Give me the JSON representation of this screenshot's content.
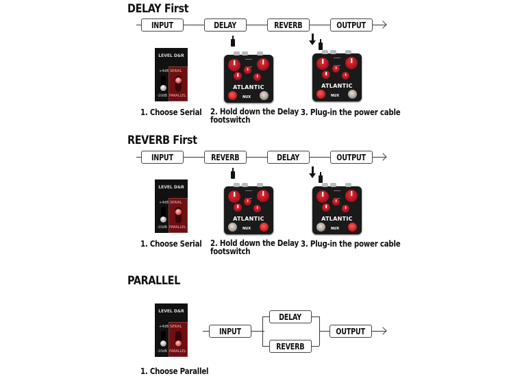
{
  "sections": [
    {
      "title": "DELAY First",
      "chain": [
        "INPUT",
        "DELAY",
        "REVERB",
        "OUTPUT"
      ],
      "steps": [
        {
          "line1": "1. Choose Serial"
        },
        {
          "line1": "2. Hold down the Delay",
          "line2": "footswitch"
        },
        {
          "line1": "3. Plug-in the power cable"
        }
      ],
      "switch_position": "SERIAL",
      "held_footswitch": "left"
    },
    {
      "title": "REVERB First",
      "chain": [
        "INPUT",
        "REVERB",
        "DELAY",
        "OUTPUT"
      ],
      "steps": [
        {
          "line1": "1. Choose Serial"
        },
        {
          "line1": "2. Hold down the Delay",
          "line2": "footswitch"
        },
        {
          "line1": "3. Plug-in the power cable"
        }
      ],
      "switch_position": "SERIAL",
      "held_footswitch": "right"
    },
    {
      "title": "PARALLEL",
      "input": "INPUT",
      "branches": [
        "DELAY",
        "REVERB"
      ],
      "output": "OUTPUT",
      "steps": [
        {
          "line1": "1. Choose Parallel"
        }
      ],
      "switch_position": "PARALLEL"
    }
  ],
  "switch_panel": {
    "header": "LEVEL  D&R",
    "level_high": "+4dB",
    "level_low": "-10dB",
    "mode_top": "SERIAL",
    "mode_bottom": "PARALLEL"
  },
  "pedal": {
    "brand": "ATLANTIC",
    "maker": "NUX"
  }
}
